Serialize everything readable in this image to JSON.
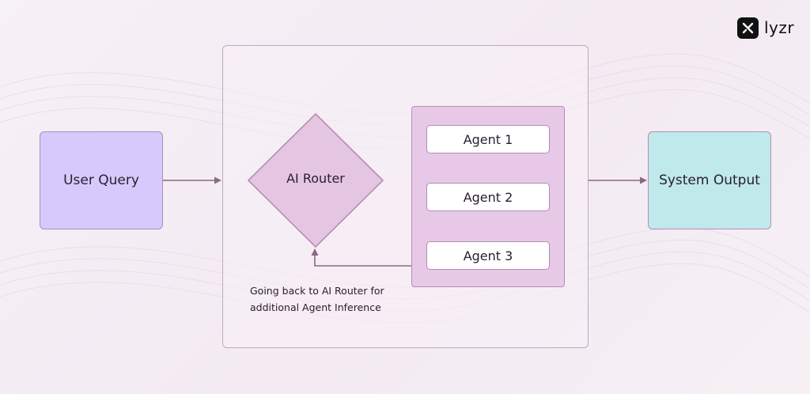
{
  "logo": {
    "text": "lyzr"
  },
  "nodes": {
    "user_query": "User Query",
    "ai_router": "AI Router",
    "agents": [
      "Agent 1",
      "Agent 2",
      "Agent 3"
    ],
    "system_output": "System Output"
  },
  "note": {
    "line1": "Going back to AI Router for",
    "line2": "additional Agent Inference"
  },
  "colors": {
    "user_query_fill": "#d7c9fb",
    "router_fill": "#e5c6e2",
    "agents_panel_fill": "#e7c8e6",
    "system_output_fill": "#bfe9ea",
    "border": "#b58fb0",
    "arrow": "#8a6a82"
  }
}
